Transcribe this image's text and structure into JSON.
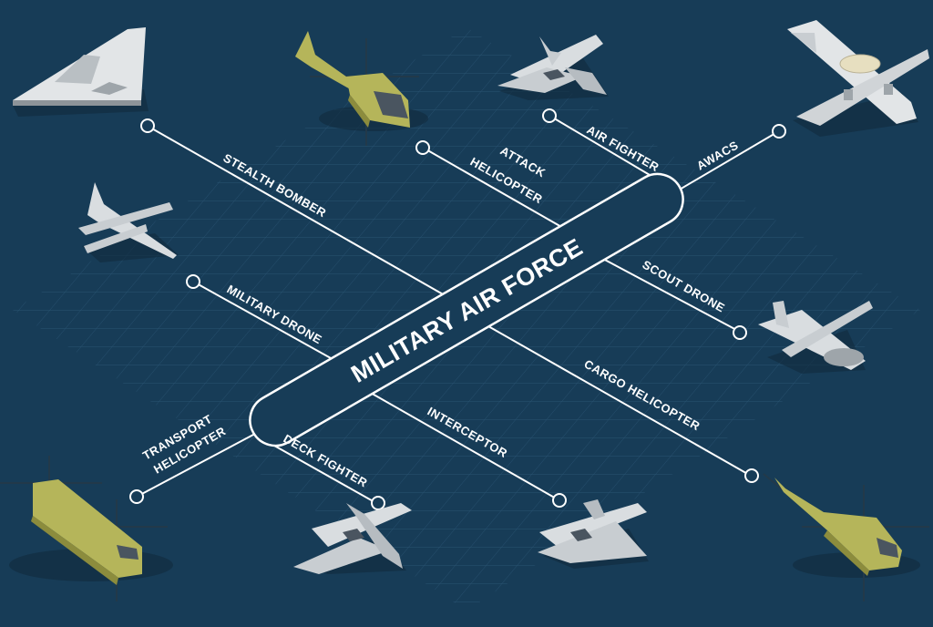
{
  "title": "MILITARY AIR FORCE",
  "labels": {
    "stealth_bomber": "STEALTH BOMBER",
    "attack_helicopter_1": "ATTACK",
    "attack_helicopter_2": "HELICOPTER",
    "air_fighter": "AIR FIGHTER",
    "awacs": "AWACS",
    "military_drone": "MILITARY DRONE",
    "scout_drone": "SCOUT DRONE",
    "transport_helicopter_1": "TRANSPORT",
    "transport_helicopter_2": "HELICOPTER",
    "deck_fighter": "DECK FIGHTER",
    "interceptor": "INTERCEPTOR",
    "cargo_helicopter": "CARGO HELICOPTER"
  },
  "colors": {
    "background": "#173c57",
    "grid": "#2d5878",
    "line": "#ffffff",
    "aircraft_gray": "#d9dde0",
    "aircraft_shadow": "#10293c",
    "helicopter_olive": "#b5b55a"
  }
}
